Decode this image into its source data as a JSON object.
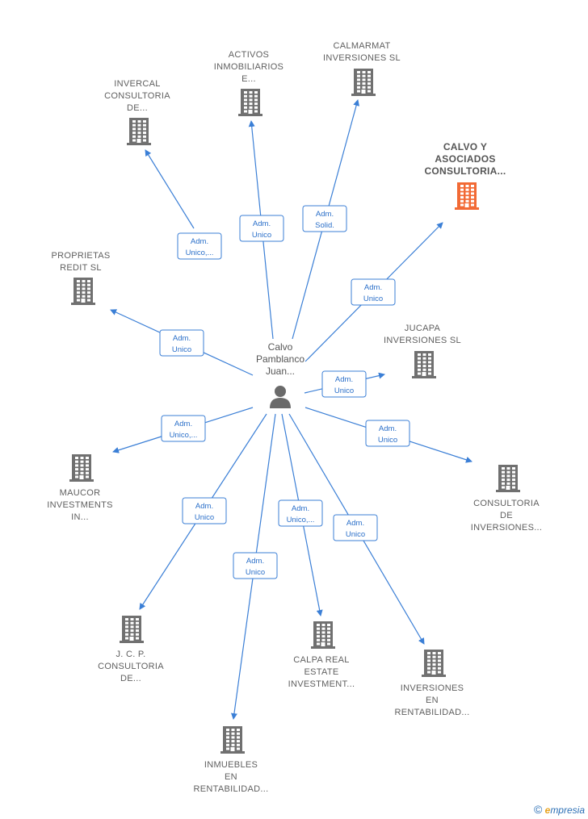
{
  "colors": {
    "building": "#707070",
    "highlight": "#f26a35",
    "edge": "#3b7fd6",
    "edge_text": "#2a6fc9"
  },
  "center": {
    "label": [
      "Calvo",
      "Pamblanco",
      "Juan..."
    ],
    "icon": "person-icon"
  },
  "nodes": [
    {
      "id": "invercal",
      "label": [
        "INVERCAL",
        "CONSULTORIA",
        "DE..."
      ],
      "icon": "building-icon"
    },
    {
      "id": "activos",
      "label": [
        "ACTIVOS",
        "INMOBILIARIOS",
        "E..."
      ],
      "icon": "building-icon"
    },
    {
      "id": "calmarmat",
      "label": [
        "CALMARMAT",
        "INVERSIONES SL"
      ],
      "icon": "building-icon"
    },
    {
      "id": "calvo-asociados",
      "label": [
        "CALVO Y",
        "ASOCIADOS",
        "CONSULTORIA..."
      ],
      "icon": "building-icon",
      "highlight": true
    },
    {
      "id": "proprietas",
      "label": [
        "PROPRIETAS",
        "REDIT SL"
      ],
      "icon": "building-icon"
    },
    {
      "id": "jucapa",
      "label": [
        "JUCAPA",
        "INVERSIONES SL"
      ],
      "icon": "building-icon"
    },
    {
      "id": "maucor",
      "label": [
        "MAUCOR",
        "INVESTMENTS",
        "IN..."
      ],
      "icon": "building-icon"
    },
    {
      "id": "consultoria-inv",
      "label": [
        "CONSULTORIA",
        "DE",
        "INVERSIONES..."
      ],
      "icon": "building-icon"
    },
    {
      "id": "jcp",
      "label": [
        "J.  C. P.",
        "CONSULTORIA",
        "DE..."
      ],
      "icon": "building-icon"
    },
    {
      "id": "calpa",
      "label": [
        "CALPA REAL",
        "ESTATE",
        "INVESTMENT..."
      ],
      "icon": "building-icon"
    },
    {
      "id": "inversiones-rent",
      "label": [
        "INVERSIONES",
        "EN",
        "RENTABILIDAD..."
      ],
      "icon": "building-icon"
    },
    {
      "id": "inmuebles",
      "label": [
        "INMUEBLES",
        "EN",
        "RENTABILIDAD..."
      ],
      "icon": "building-icon"
    }
  ],
  "edges": [
    {
      "to": "invercal",
      "label": [
        "Adm.",
        "Unico,..."
      ]
    },
    {
      "to": "activos",
      "label": [
        "Adm.",
        "Unico"
      ]
    },
    {
      "to": "calmarmat",
      "label": [
        "Adm.",
        "Solid."
      ]
    },
    {
      "to": "calvo-asociados",
      "label": [
        "Adm.",
        "Unico"
      ]
    },
    {
      "to": "proprietas",
      "label": [
        "Adm.",
        "Unico"
      ]
    },
    {
      "to": "jucapa",
      "label": [
        "Adm.",
        "Unico"
      ]
    },
    {
      "to": "maucor",
      "label": [
        "Adm.",
        "Unico,..."
      ]
    },
    {
      "to": "consultoria-inv",
      "label": [
        "Adm.",
        "Unico"
      ]
    },
    {
      "to": "jcp",
      "label": [
        "Adm.",
        "Unico"
      ]
    },
    {
      "to": "calpa",
      "label": [
        "Adm.",
        "Unico,..."
      ]
    },
    {
      "to": "inversiones-rent",
      "label": [
        "Adm.",
        "Unico"
      ]
    },
    {
      "to": "inmuebles",
      "label": [
        "Adm.",
        "Unico"
      ]
    }
  ],
  "footer": {
    "copyright": "©",
    "brand_e": "e",
    "brand_rest": "mpresia"
  }
}
